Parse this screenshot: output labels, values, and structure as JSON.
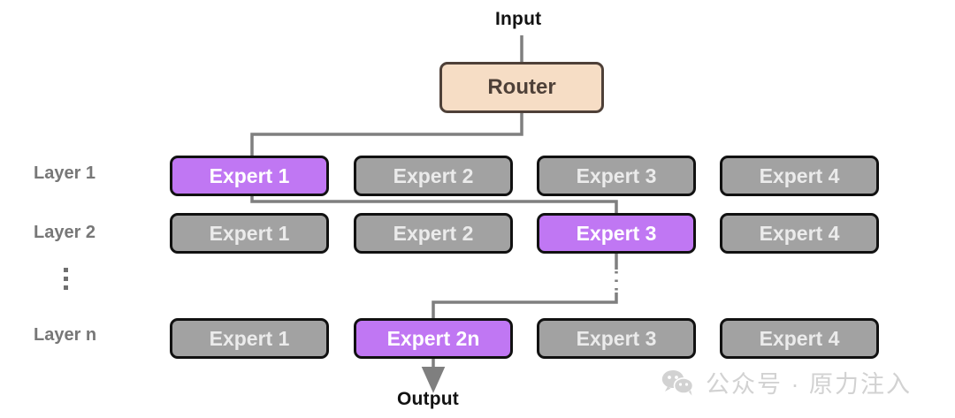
{
  "diagram": {
    "title_input": "Input",
    "title_output": "Output",
    "router": {
      "label": "Router",
      "fill": "#f6ddc5",
      "border": "#4e4038"
    },
    "colors": {
      "active_fill": "#c077f3",
      "active_text": "#ffffff",
      "inactive_fill": "#a2a2a2",
      "inactive_text": "#ebebeb",
      "box_border": "#111111",
      "wire": "#7f7f7f",
      "layer_label": "#777777",
      "background": "#ffffff"
    },
    "ellipsis_symbol": "⋮",
    "rows": [
      {
        "layer_label": "Layer 1",
        "experts": [
          {
            "label": "Expert 1",
            "active": true
          },
          {
            "label": "Expert 2",
            "active": false
          },
          {
            "label": "Expert 3",
            "active": false
          },
          {
            "label": "Expert 4",
            "active": false
          }
        ]
      },
      {
        "layer_label": "Layer 2",
        "experts": [
          {
            "label": "Expert 1",
            "active": false
          },
          {
            "label": "Expert 2",
            "active": false
          },
          {
            "label": "Expert 3",
            "active": true
          },
          {
            "label": "Expert 4",
            "active": false
          }
        ]
      },
      {
        "layer_label": "Layer n",
        "experts": [
          {
            "label": "Expert 1",
            "active": false
          },
          {
            "label": "Expert 2n",
            "active": true
          },
          {
            "label": "Expert 3",
            "active": false
          },
          {
            "label": "Expert 4",
            "active": false
          }
        ]
      }
    ],
    "routing_path": [
      "Input",
      "Router",
      "Layer 1 / Expert 1",
      "Layer 2 / Expert 3",
      "Layer n / Expert 2n",
      "Output"
    ]
  },
  "watermark": {
    "icon": "wechat-icon",
    "text": "公众号 · 原力注入"
  }
}
